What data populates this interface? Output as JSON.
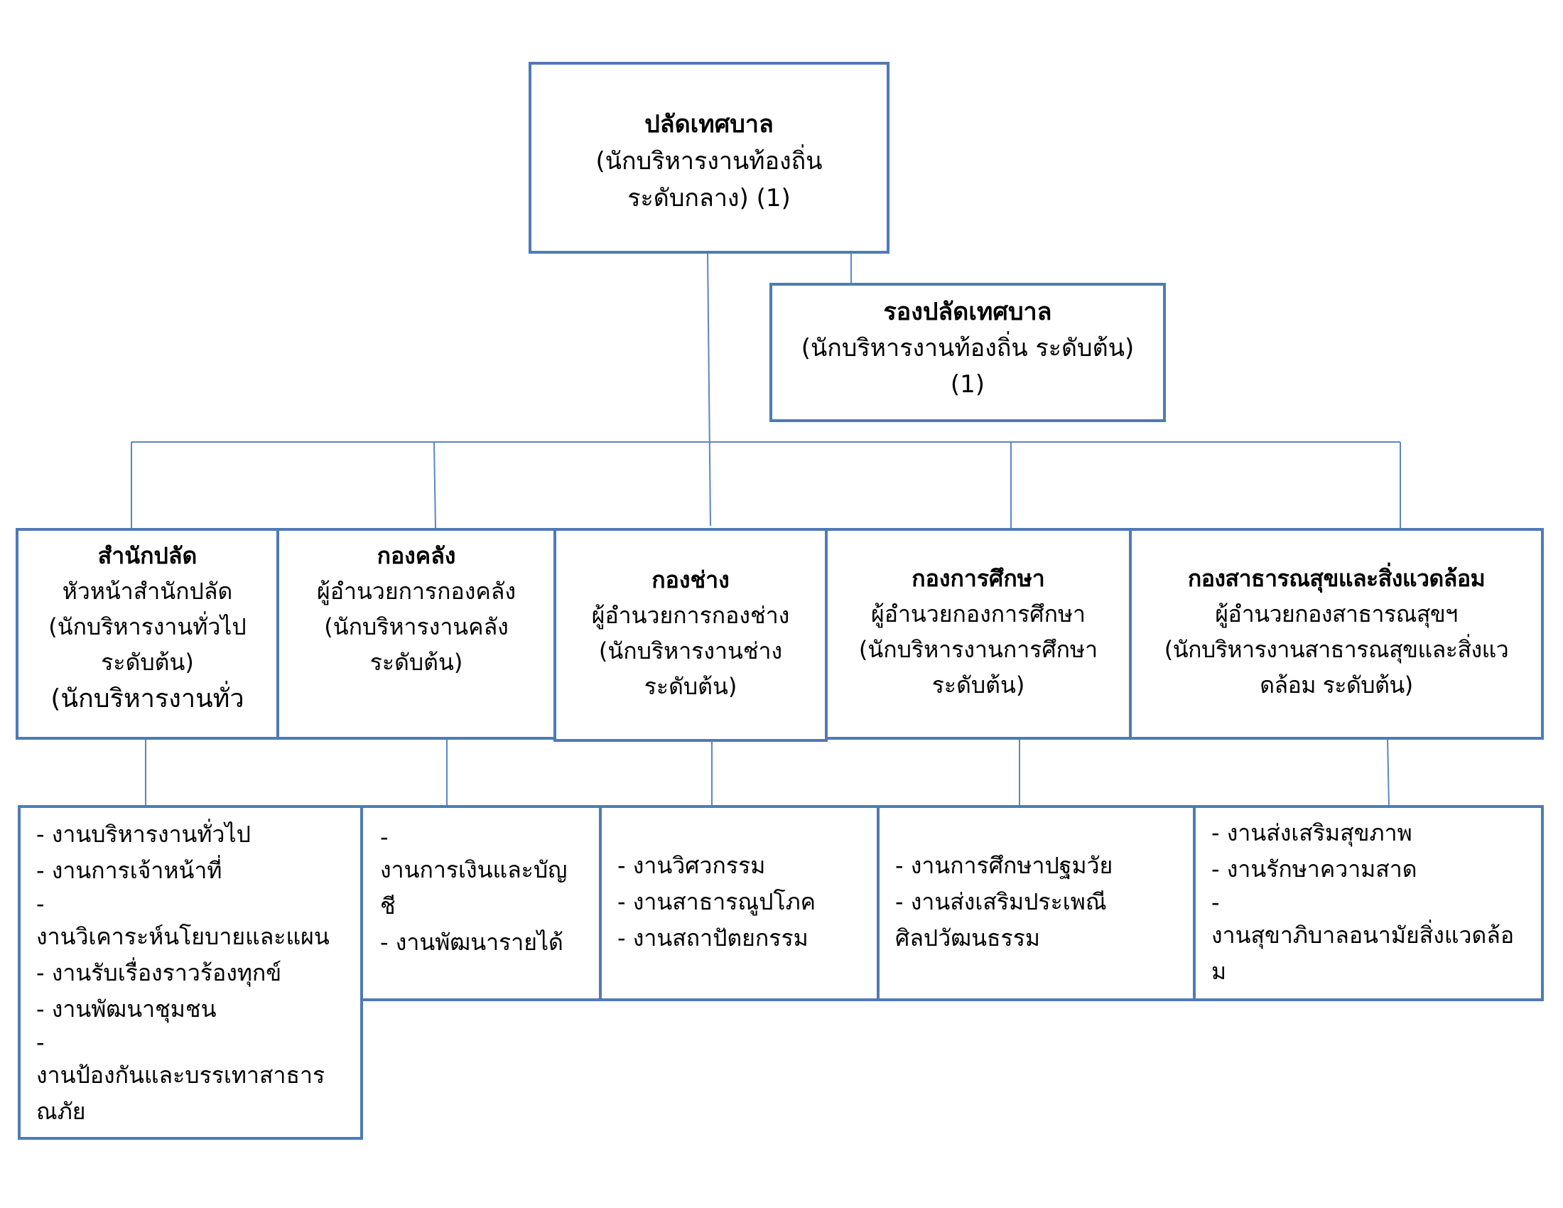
{
  "top": {
    "title": "ปลัดเทศบาล",
    "lines": [
      "(นักบริหารงานท้องถิ่น",
      "ระดับกลาง) (1)"
    ]
  },
  "deputy": {
    "title": "รองปลัดเทศบาล",
    "lines": [
      "(นักบริหารงานท้องถิ่น ระดับต้น)",
      "(1)"
    ]
  },
  "departments": [
    {
      "title": "สำนักปลัด",
      "lines": [
        "หัวหน้าสำนักปลัด",
        "(นักบริหารงานทั่วไป",
        "ระดับต้น)",
        "(นักบริหารงานทั่ว"
      ]
    },
    {
      "title": "กองคลัง",
      "lines": [
        "ผู้อำนวยการกองคลัง",
        "(นักบริหารงานคลัง",
        "ระดับต้น)"
      ]
    },
    {
      "title": "กองช่าง",
      "lines": [
        "ผู้อำนวยการกองช่าง",
        "(นักบริหารงานช่าง",
        "ระดับต้น)"
      ]
    },
    {
      "title": "กองการศึกษา",
      "lines": [
        "ผู้อำนวยกองการศึกษา",
        "(นักบริหารงานการศึกษา",
        "ระดับต้น)"
      ]
    },
    {
      "title": "กองสาธารณสุขและสิ่งแวดล้อม",
      "lines": [
        "ผู้อำนวยกองสาธารณสุขฯ",
        "(นักบริหารงานสาธารณสุขและสิ่งแว",
        "ดล้อม ระดับต้น)"
      ]
    }
  ],
  "units": [
    [
      "- งานบริหารงานทั่วไป",
      "- งานการเจ้าหน้าที่",
      "-",
      "งานวิเคาระห์นโยบายและแผน",
      "- งานรับเรื่องราวร้องทุกข์",
      "- งานพัฒนาชุมชน",
      "-",
      "งานป้องกันและบรรเทาสาธาร",
      "ณภัย"
    ],
    [
      "-",
      "งานการเงินและบัญ",
      "ชี",
      "- งานพัฒนารายได้"
    ],
    [
      "- งานวิศวกรรม",
      "- งานสาธารณูปโภค",
      "- งานสถาปัตยกรรม"
    ],
    [
      "- งานการศึกษาปฐมวัย",
      "- งานส่งเสริมประเพณี",
      "ศิลปวัฒนธรรม"
    ],
    [
      "- งานส่งเสริมสุขภาพ",
      "- งานรักษาความสาด",
      "-",
      "งานสุขาภิบาลอนามัยสิ่งแวดล้อ",
      "ม"
    ]
  ],
  "colors": {
    "border": "#4f7ab8",
    "line": "#5b85c4"
  }
}
